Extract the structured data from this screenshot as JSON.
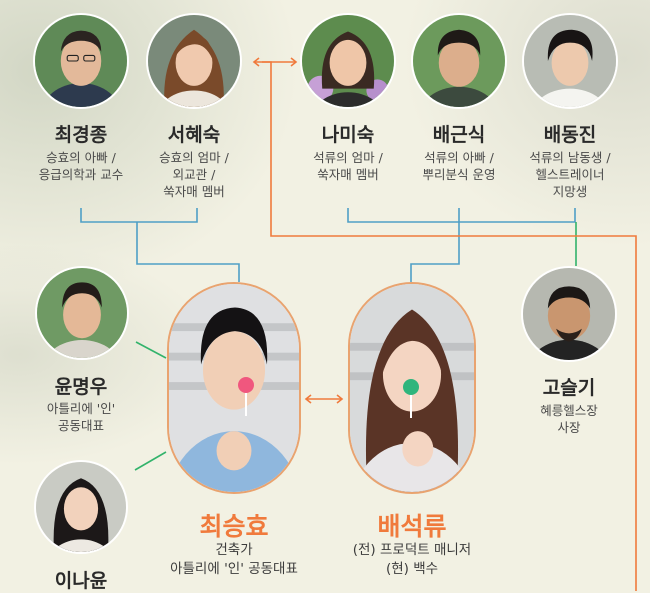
{
  "colors": {
    "background": "#f2f1e3",
    "family_line": "#4f9fc6",
    "link_line": "#32b36b",
    "love_line": "#f07a3c",
    "main_name": "#f07a3c"
  },
  "characters": {
    "choi_gyeongjong": {
      "name": "최경종",
      "desc": [
        "승효의 아빠 /",
        "응급의학과 교수"
      ]
    },
    "seo_hyesuk": {
      "name": "서혜숙",
      "desc": [
        "승효의 엄마 /",
        "외교관 /",
        "쑥자매 멤버"
      ]
    },
    "na_misuk": {
      "name": "나미숙",
      "desc": [
        "석류의 엄마 /",
        "쑥자매 멤버"
      ]
    },
    "bae_geunsik": {
      "name": "배근식",
      "desc": [
        "석류의 아빠 /",
        "뿌리분식 운영"
      ]
    },
    "bae_dongjin": {
      "name": "배동진",
      "desc": [
        "석류의 남동생 /",
        "헬스트레이너",
        "지망생"
      ]
    },
    "yun_myeongu": {
      "name": "윤명우",
      "desc": [
        "아틀리에 '인'",
        "공동대표"
      ]
    },
    "go_seulgi": {
      "name": "고슬기",
      "desc": [
        "혜릉헬스장",
        "사장"
      ]
    },
    "lee_nayun": {
      "name": "이나윤",
      "desc": []
    },
    "choi_seunghyo": {
      "name": "최승효",
      "desc": [
        "건축가",
        "아틀리에 '인' 공동대표"
      ]
    },
    "bae_seokryu": {
      "name": "배석류",
      "desc": [
        "(전) 프로덕트 매니저",
        "(현) 백수"
      ]
    }
  },
  "icons": {
    "lollipop_pink": "lollipop-pink-icon",
    "lollipop_green": "lollipop-green-icon",
    "double_arrow": "double-arrow-icon"
  }
}
